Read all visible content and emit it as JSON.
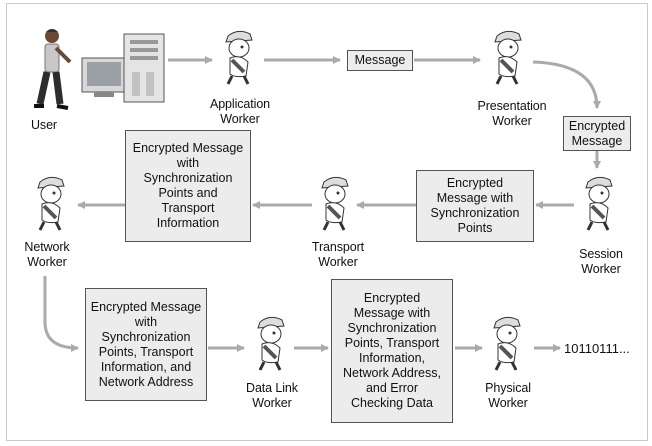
{
  "nodes": {
    "user": "User",
    "application_worker": "Application\nWorker",
    "presentation_worker": "Presentation\nWorker",
    "session_worker": "Session\nWorker",
    "transport_worker": "Transport\nWorker",
    "network_worker": "Network\nWorker",
    "data_link_worker": "Data Link\nWorker",
    "physical_worker": "Physical\nWorker"
  },
  "messages": {
    "message": "Message",
    "encrypted": "Encrypted\nMessage",
    "with_sync": "Encrypted\nMessage with\nSynchronization\nPoints",
    "with_transport": "Encrypted  Message\nwith\nSynchronization\nPoints and\nTransport\nInformation",
    "with_network": "Encrypted  Message\nwith\nSynchronization\nPoints, Transport\nInformation, and\nNetwork Address",
    "with_checking": "Encrypted\nMessage with\nSynchronization\nPoints, Transport\nInformation,\nNetwork Address,\nand Error\nChecking Data"
  },
  "output": "10110111...",
  "colors": {
    "arrow": "#aaaaaa",
    "box_fill": "#ececec",
    "box_border": "#555555"
  }
}
